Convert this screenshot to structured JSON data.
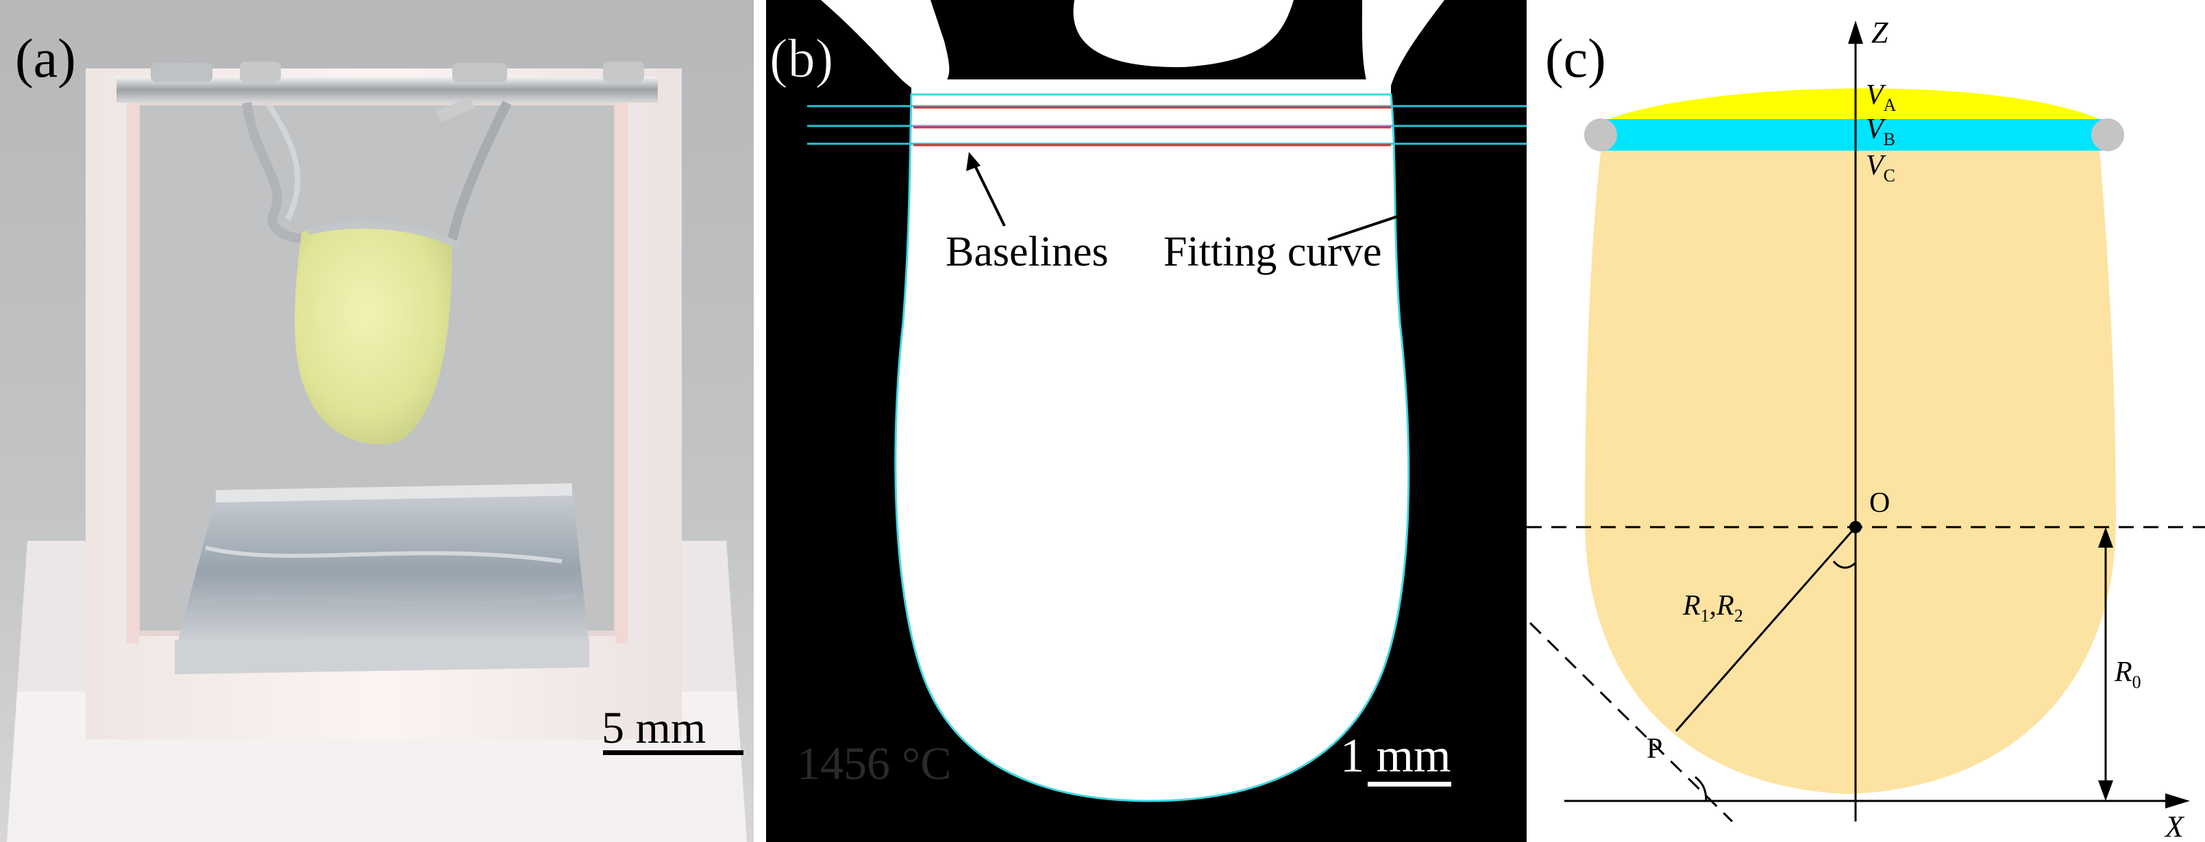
{
  "panels": {
    "a": {
      "label": "(a)",
      "scale_bar": "5 mm"
    },
    "b": {
      "label": "(b)",
      "annotations": {
        "baselines": "Baselines",
        "fitting_curve": "Fitting curve"
      },
      "temperature": "1456 °C",
      "scale_bar": "1 mm"
    },
    "c": {
      "label": "(c)",
      "axis_z": "Z",
      "axis_x": "X",
      "origin": "O",
      "point_p": "P",
      "volumes": [
        {
          "symbol": "V",
          "subscript": "A"
        },
        {
          "symbol": "V",
          "subscript": "B"
        },
        {
          "symbol": "V",
          "subscript": "C"
        }
      ],
      "radius_label": {
        "r1": "R",
        "r1_sub": "1",
        "sep": ",",
        "r2": "R",
        "r2_sub": "2"
      },
      "r0_label": {
        "symbol": "R",
        "subscript": "0"
      }
    }
  },
  "colors": {
    "va_yellow": "#ffff00",
    "vb_cyan": "#00e5ff",
    "droplet_fill": "#fde3a2",
    "baseline_red": "#e8262b",
    "baseline_cyan": "#26c6da",
    "sample_yellow": "#e6ea9c"
  }
}
